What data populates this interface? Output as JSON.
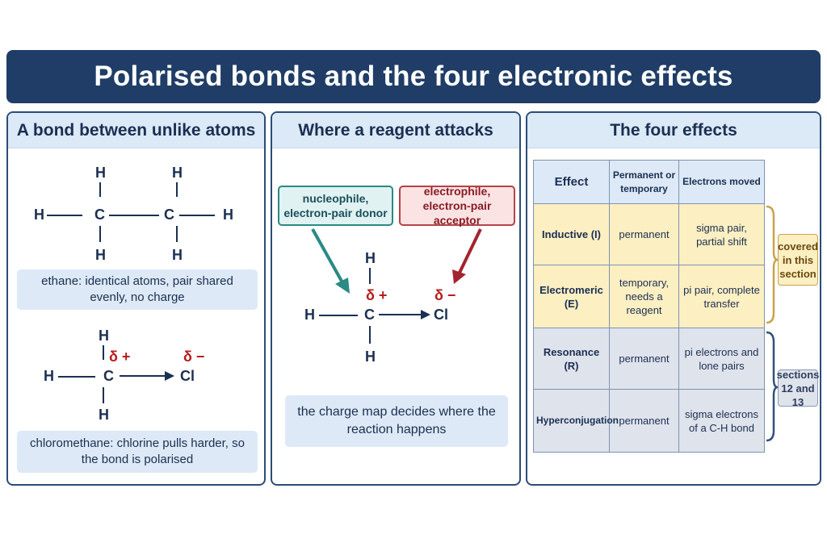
{
  "title": "Polarised bonds and the four electronic effects",
  "panels": {
    "bond": {
      "heading": "A bond between unlike atoms",
      "ethane": {
        "atoms": {
          "h_top_left": "H",
          "h_top_right": "H",
          "h_left": "H",
          "c_left": "C",
          "c_right": "C",
          "h_right": "H",
          "h_bottom_left": "H",
          "h_bottom_right": "H"
        },
        "caption": "ethane: identical atoms, pair shared evenly, no charge"
      },
      "chloromethane": {
        "atoms": {
          "h_top": "H",
          "h_left": "H",
          "c": "C",
          "cl": "Cl",
          "h_bottom": "H"
        },
        "delta_plus": "δ +",
        "delta_minus": "δ −",
        "caption": "chloromethane: chlorine pulls harder, so the bond is polarised"
      }
    },
    "attack": {
      "heading": "Where a reagent attacks",
      "nucleophile_tag": {
        "line1": "nucleophile,",
        "line2": "electron-pair donor"
      },
      "electrophile_tag": {
        "line1": "electrophile,",
        "line2": "electron-pair acceptor"
      },
      "atoms": {
        "h_top": "H",
        "h_left": "H",
        "c": "C",
        "cl": "Cl",
        "h_bottom": "H"
      },
      "delta_plus": "δ +",
      "delta_minus": "δ −",
      "caption": "the charge map decides where the reaction happens",
      "colors": {
        "nucleophile": "#2a8a84",
        "electrophile": "#a3242e"
      }
    },
    "effects": {
      "heading": "The four effects",
      "columns": [
        "Effect",
        "Permanent or temporary",
        "Electrons moved"
      ],
      "rows": [
        {
          "effect": "Inductive (I)",
          "nature": "permanent",
          "electrons": "sigma pair, partial shift"
        },
        {
          "effect": "Electromeric (E)",
          "nature": "temporary, needs a reagent",
          "electrons": "pi pair, complete transfer"
        },
        {
          "effect": "Resonance (R)",
          "nature": "permanent",
          "electrons": "pi electrons and lone pairs"
        },
        {
          "effect": "Hyperconjugation",
          "nature": "permanent",
          "electrons": "sigma electrons of a C-H bond"
        }
      ],
      "bracket_a_label": "covered in this section",
      "bracket_b_label": "sections 12 and 13",
      "colors": {
        "group_a": "#fcefc2",
        "group_b": "#dfe3ec",
        "bracket_a": "#c9a34a",
        "bracket_b": "#34507a"
      }
    }
  }
}
